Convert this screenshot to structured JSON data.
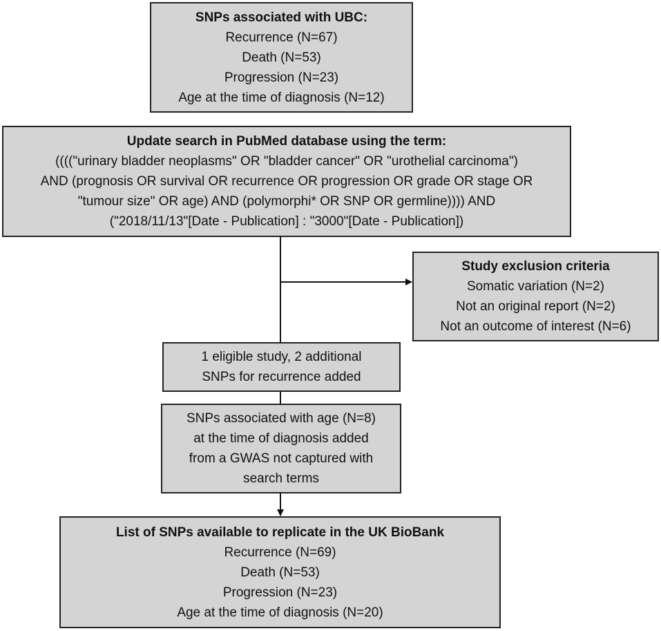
{
  "boxes": {
    "initial": {
      "title": "SNPs associated with UBC:",
      "lines": [
        "Recurrence (N=67)",
        "Death (N=53)",
        "Progression (N=23)",
        "Age at the time of diagnosis (N=12)"
      ]
    },
    "search": {
      "title": "Update search in PubMed database using the term:",
      "lines": [
        "((((\"urinary bladder neoplasms\" OR \"bladder cancer\" OR \"urothelial carcinoma\")",
        "AND (prognosis OR survival OR recurrence OR progression OR grade OR stage OR",
        "\"tumour size\" OR age) AND (polymorphi* OR SNP OR germline)))) AND",
        "(\"2018/11/13\"[Date - Publication] : \"3000\"[Date - Publication])"
      ]
    },
    "exclusion": {
      "title": "Study exclusion criteria",
      "lines": [
        "Somatic variation (N=2)",
        "Not an original report (N=2)",
        "Not an outcome of interest (N=6)"
      ]
    },
    "eligible": {
      "lines": [
        "1 eligible study, 2 additional",
        "SNPs for recurrence added"
      ]
    },
    "gwas": {
      "lines": [
        "SNPs associated with age (N=8)",
        "at the time of diagnosis added",
        "from a GWAS not captured with",
        "search terms"
      ]
    },
    "final": {
      "title": "List of SNPs available to replicate in the UK BioBank",
      "lines": [
        "Recurrence (N=69)",
        "Death (N=53)",
        "Progression (N=23)",
        "Age at the time of diagnosis (N=20)"
      ]
    }
  }
}
